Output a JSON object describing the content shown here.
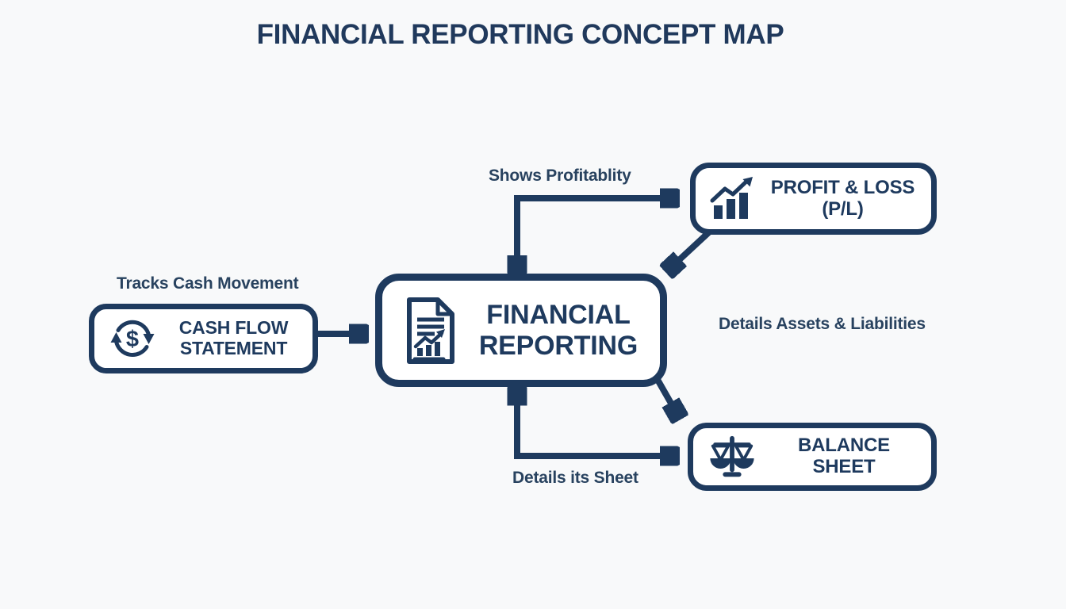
{
  "title": "FINANCIAL REPORTING CONCEPT MAP",
  "colors": {
    "navy": "#1e3a5e",
    "background": "#f8f9fa",
    "node_fill": "#ffffff"
  },
  "nodes": {
    "financial_reporting": {
      "line1": "FINANCIAL",
      "line2": "REPORTING",
      "icon": "document-chart-icon"
    },
    "cash_flow_statement": {
      "line1": "CASH FLOW",
      "line2": "STATEMENT",
      "icon": "cash-cycle-icon",
      "icon_glyph": "$"
    },
    "profit_loss": {
      "line1": "PROFIT & LOSS",
      "line2": "(P/L)",
      "icon": "bar-chart-growth-icon"
    },
    "balance_sheet": {
      "line1": "BALANCE SHEET",
      "icon": "balance-scales-icon"
    }
  },
  "edge_labels": {
    "shows_profitability": "Shows Profitablity",
    "tracks_cash_movement": "Tracks Cash Movement",
    "details_assets_liabilities": "Details Assets & Liabilities",
    "details_its_sheet": "Details its Sheet"
  }
}
